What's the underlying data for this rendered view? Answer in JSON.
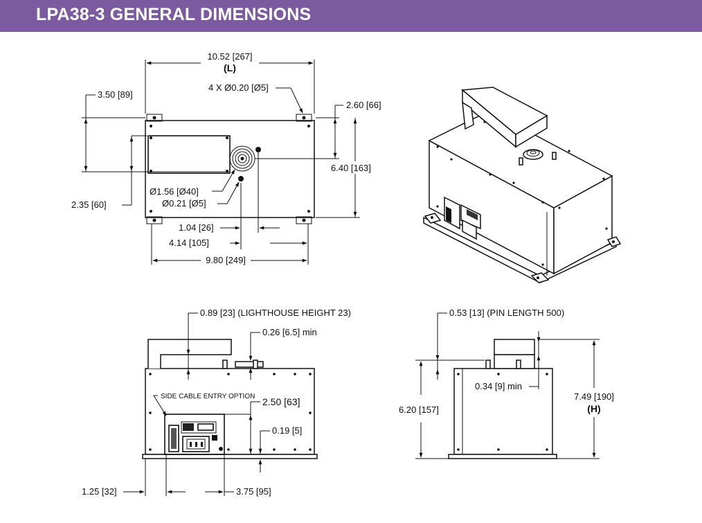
{
  "header": {
    "title": "LPA38-3 GENERAL DIMENSIONS",
    "background": "#7b5aa0"
  },
  "top_view": {
    "length": "10.52 [267]",
    "length_tag": "(L)",
    "holes": "4 X Ø0.20 [Ø5]",
    "left_offset": "3.50 [89]",
    "right_offset": "2.60 [66]",
    "width": "6.40 [163]",
    "panel_offset": "2.35 [60]",
    "port_dia": "Ø1.56 [Ø40]",
    "pin_dia": "Ø0.21 [Ø5]",
    "pin_spacing": "1.04 [26]",
    "port_offset": "4.14 [105]",
    "hole_spacing": "9.80 [249]"
  },
  "front_view": {
    "lighthouse": "0.89 [23] (LIGHTHOUSE HEIGHT 23)",
    "pin_min": "0.26 [6.5] min",
    "side_cable": "SIDE CABLE ENTRY OPTION",
    "connector_height": "2.50 [63]",
    "foot": "0.19 [5]",
    "left_offset": "1.25 [32]",
    "connector_width": "3.75 [95]"
  },
  "side_view": {
    "pin_length": "0.53 [13] (PIN LENGTH 500)",
    "pin_min": "0.34 [9] min",
    "body_height": "6.20 [157]",
    "total_height": "7.49 [190]",
    "height_tag": "(H)"
  }
}
